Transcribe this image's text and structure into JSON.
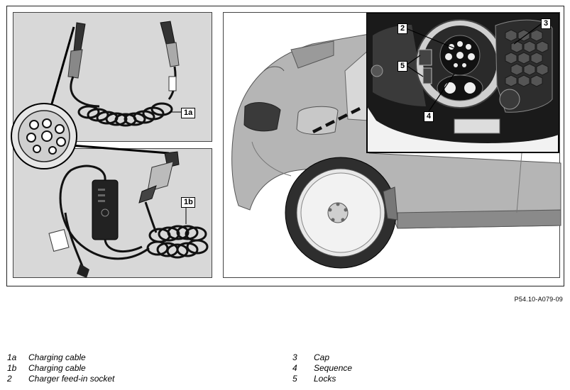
{
  "figure": {
    "code": "P54.10-A079-09",
    "callouts": {
      "c1a": "1a",
      "c1b": "1b",
      "c2": "2",
      "c3": "3",
      "c4": "4",
      "c5": "5"
    }
  },
  "legend": {
    "left": [
      {
        "key": "1a",
        "text": "Charging cable"
      },
      {
        "key": "1b",
        "text": "Charging cable"
      },
      {
        "key": "2",
        "text": "Charger feed-in socket"
      }
    ],
    "right": [
      {
        "key": "3",
        "text": "Cap"
      },
      {
        "key": "4",
        "text": "Sequence"
      },
      {
        "key": "5",
        "text": "Locks"
      }
    ]
  }
}
